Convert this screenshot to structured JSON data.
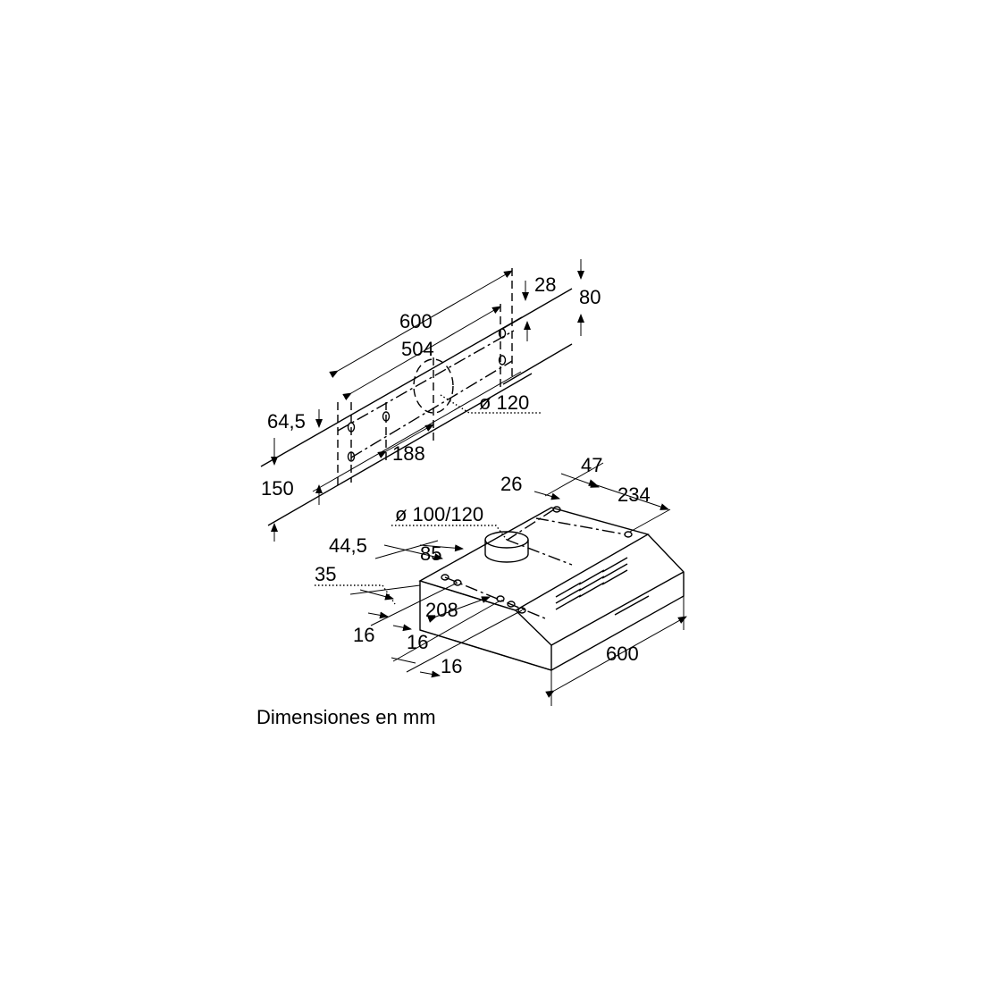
{
  "caption": "Dimensiones en mm",
  "wall_bracket": {
    "width_total": "600",
    "hole_spacing": "504",
    "offset_top": "28",
    "offset_right": "80",
    "duct_diameter": "ø 120",
    "offset_left": "64,5",
    "height_drop": "150",
    "center_offset": "188"
  },
  "hood": {
    "depth_26": "26",
    "depth_47": "47",
    "side_234": "234",
    "outlet_diameter": "ø 100/120",
    "front_44_5": "44,5",
    "front_85": "85",
    "front_35": "35",
    "spacing_208": "208",
    "spacing_16_a": "16",
    "spacing_16_b": "16",
    "spacing_16_c": "16",
    "width": "600"
  }
}
